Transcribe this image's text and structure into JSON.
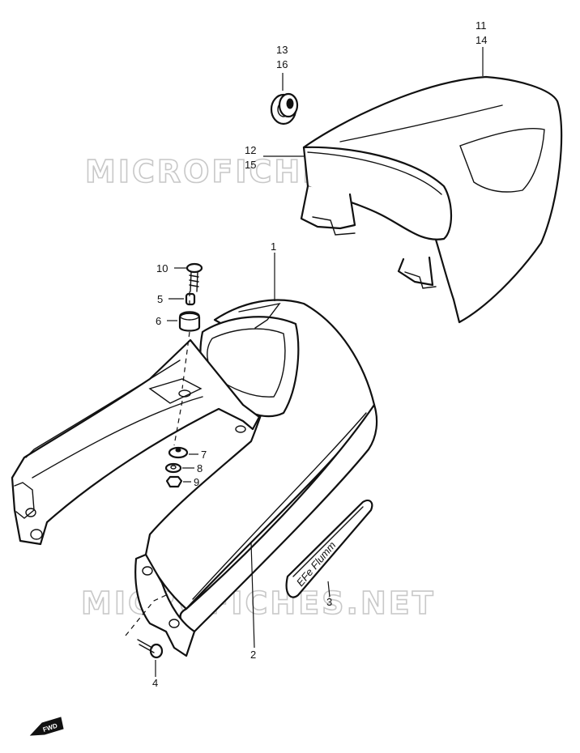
{
  "watermark": "MICROFICHES.NET",
  "direction_badge": "FWD",
  "emblem_text": "EFe Flumm",
  "callouts": {
    "c1": "1",
    "c2": "2",
    "c3": "3",
    "c4": "4",
    "c5": "5",
    "c6": "6",
    "c7": "7",
    "c8": "8",
    "c9": "9",
    "c10": "10",
    "c11": "11",
    "c12": "12",
    "c13": "13",
    "c14": "14",
    "c15": "15",
    "c16": "16"
  },
  "colors": {
    "line": "#111111",
    "watermark": "#c8c8c8",
    "background": "#ffffff"
  }
}
